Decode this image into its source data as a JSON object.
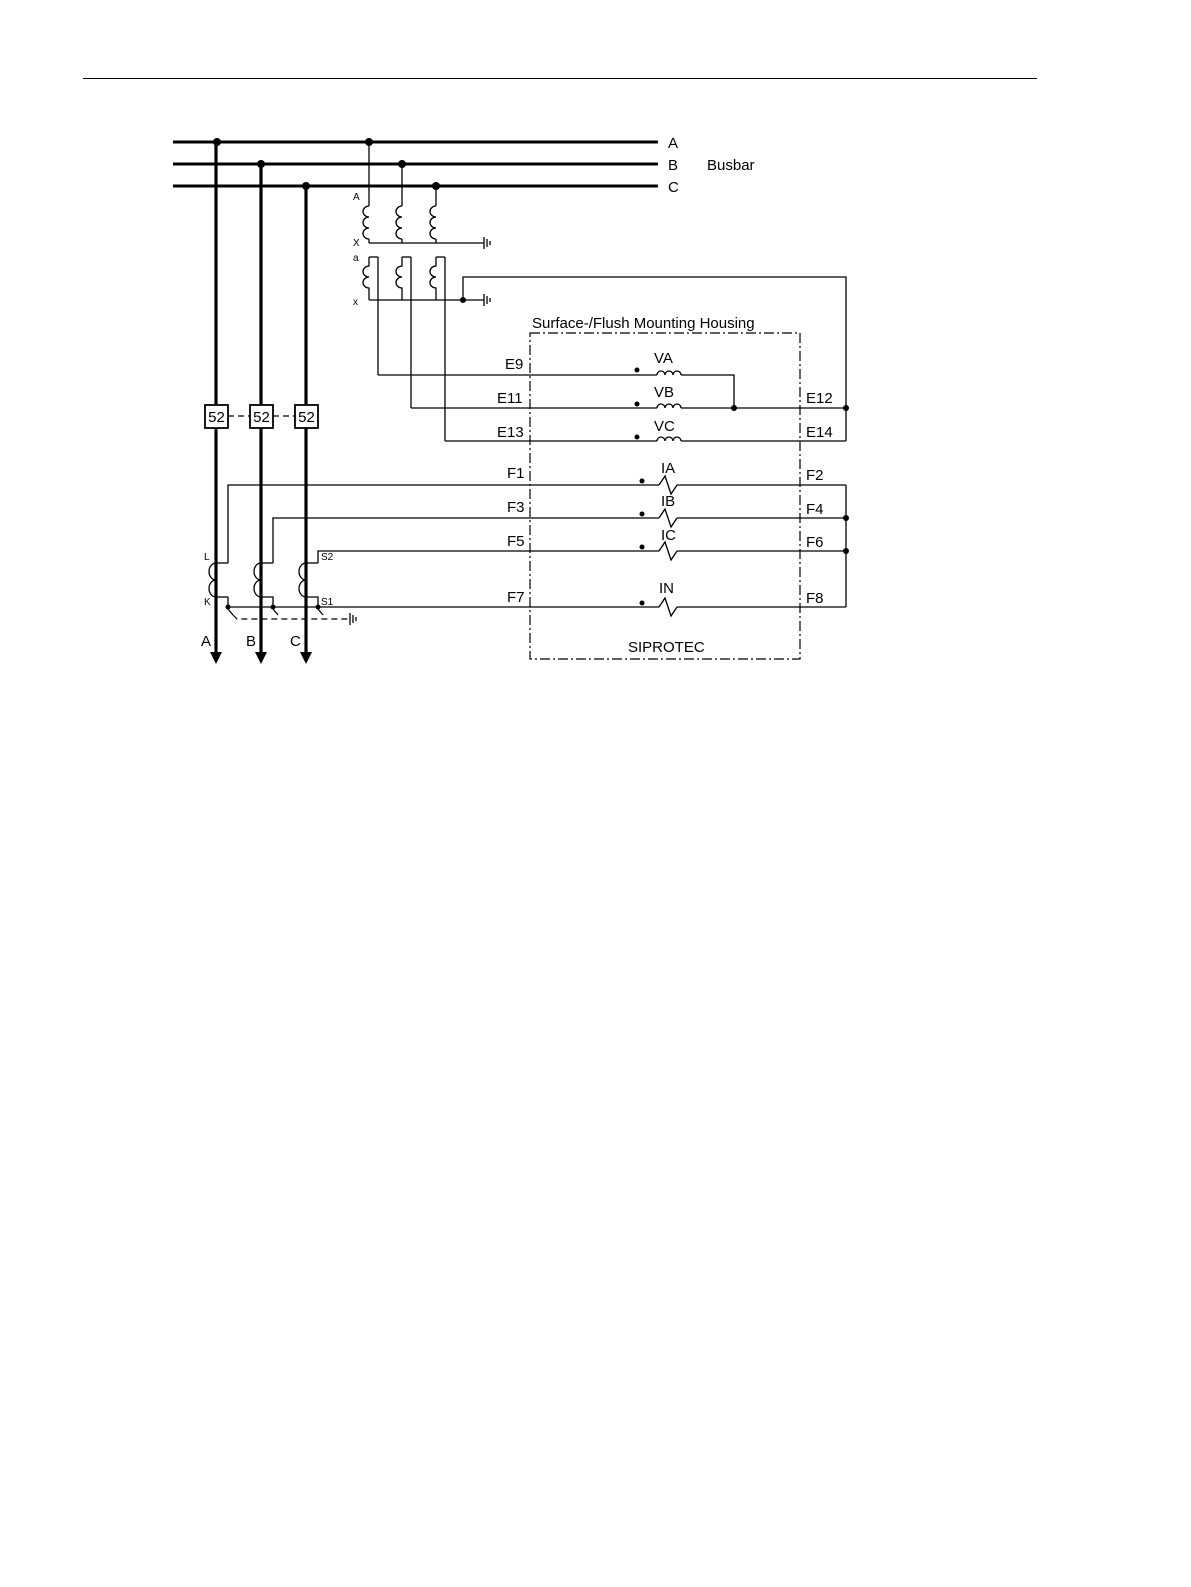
{
  "busbar": {
    "phase_a": "A",
    "phase_b": "B",
    "phase_c": "C",
    "title": "Busbar"
  },
  "vt": {
    "primary_top": "A",
    "primary_bottom": "X",
    "secondary_top": "a",
    "secondary_bottom": "x"
  },
  "housing": {
    "title": "Surface-/Flush Mounting Housing",
    "device": "SIPROTEC"
  },
  "voltage_inputs": [
    {
      "name": "VA",
      "left": "E9",
      "right": ""
    },
    {
      "name": "VB",
      "left": "E11",
      "right": "E12"
    },
    {
      "name": "VC",
      "left": "E13",
      "right": "E14"
    }
  ],
  "current_inputs": [
    {
      "name": "IA",
      "left": "F1",
      "right": "F2"
    },
    {
      "name": "IB",
      "left": "F3",
      "right": "F4"
    },
    {
      "name": "IC",
      "left": "F5",
      "right": "F6"
    },
    {
      "name": "IN",
      "left": "F7",
      "right": "F8"
    }
  ],
  "breaker": {
    "label_a": "52",
    "label_b": "52",
    "label_c": "52"
  },
  "ct": {
    "top_left": "L",
    "bottom_left": "K",
    "top_right": "S2",
    "bottom_right": "S1"
  },
  "feeder": {
    "phase_a": "A",
    "phase_b": "B",
    "phase_c": "C"
  }
}
